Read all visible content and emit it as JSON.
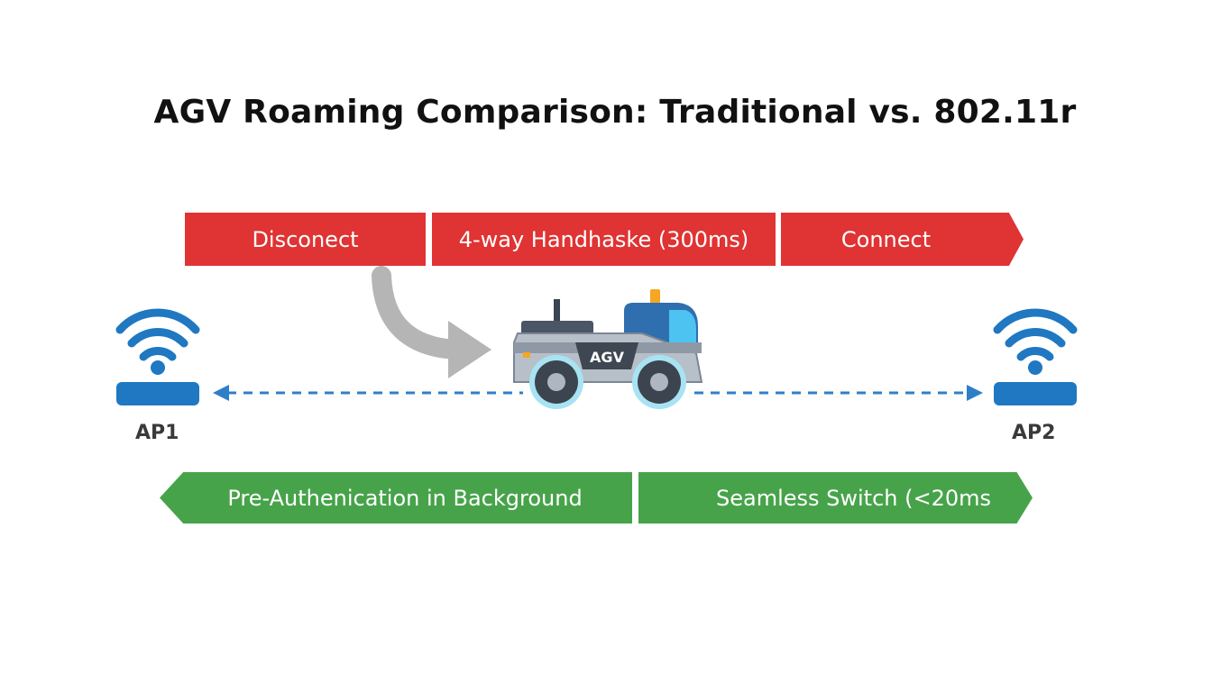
{
  "title": "AGV Roaming Comparison: Traditional vs. 802.11r",
  "traditional": {
    "steps": [
      "Disconect",
      "4-way Handhaske (300ms)",
      "Connect"
    ],
    "color": "#e03333"
  },
  "fast_roaming": {
    "steps": [
      "Pre-Authenication in Background",
      "Seamless Switch (<20ms"
    ],
    "color": "#47a34a"
  },
  "access_points": [
    "AP1",
    "AP2"
  ],
  "vehicle": {
    "label": "AGV",
    "icon": "agv-vehicle-icon"
  },
  "colors": {
    "wifi": "#1f78c1",
    "link": "#2f7fc7",
    "arrow": "#b5b5b5"
  }
}
